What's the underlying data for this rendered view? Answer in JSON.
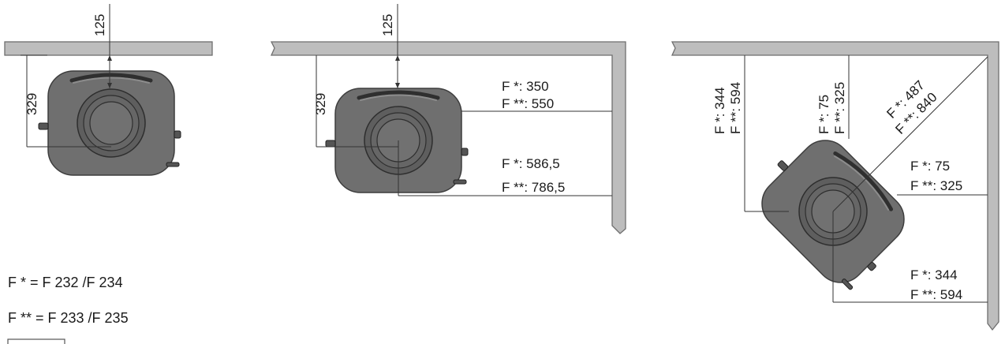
{
  "view1": {
    "top_clearance": "125",
    "side_clearance": "329"
  },
  "view2": {
    "top_clearance": "125",
    "side_clearance": "329",
    "wall_f1": "F *: 350",
    "wall_f2": "F **: 550",
    "center_f1": "F *: 586,5",
    "center_f2": "F **: 786,5"
  },
  "view3": {
    "left_f1": "F *: 344",
    "left_f2": "F **: 594",
    "top_f1": "F *: 75",
    "top_f2": "F **: 325",
    "diag_f1": "F *: 487",
    "diag_f2": "F **: 840",
    "right_f1": "F *: 75",
    "right_f2": "F **: 325",
    "bottom_f1": "F *: 344",
    "bottom_f2": "F **: 594"
  },
  "legend": {
    "line1": "F *  = F 232 /F 234",
    "line2": "F ** = F 233 /F 235"
  }
}
